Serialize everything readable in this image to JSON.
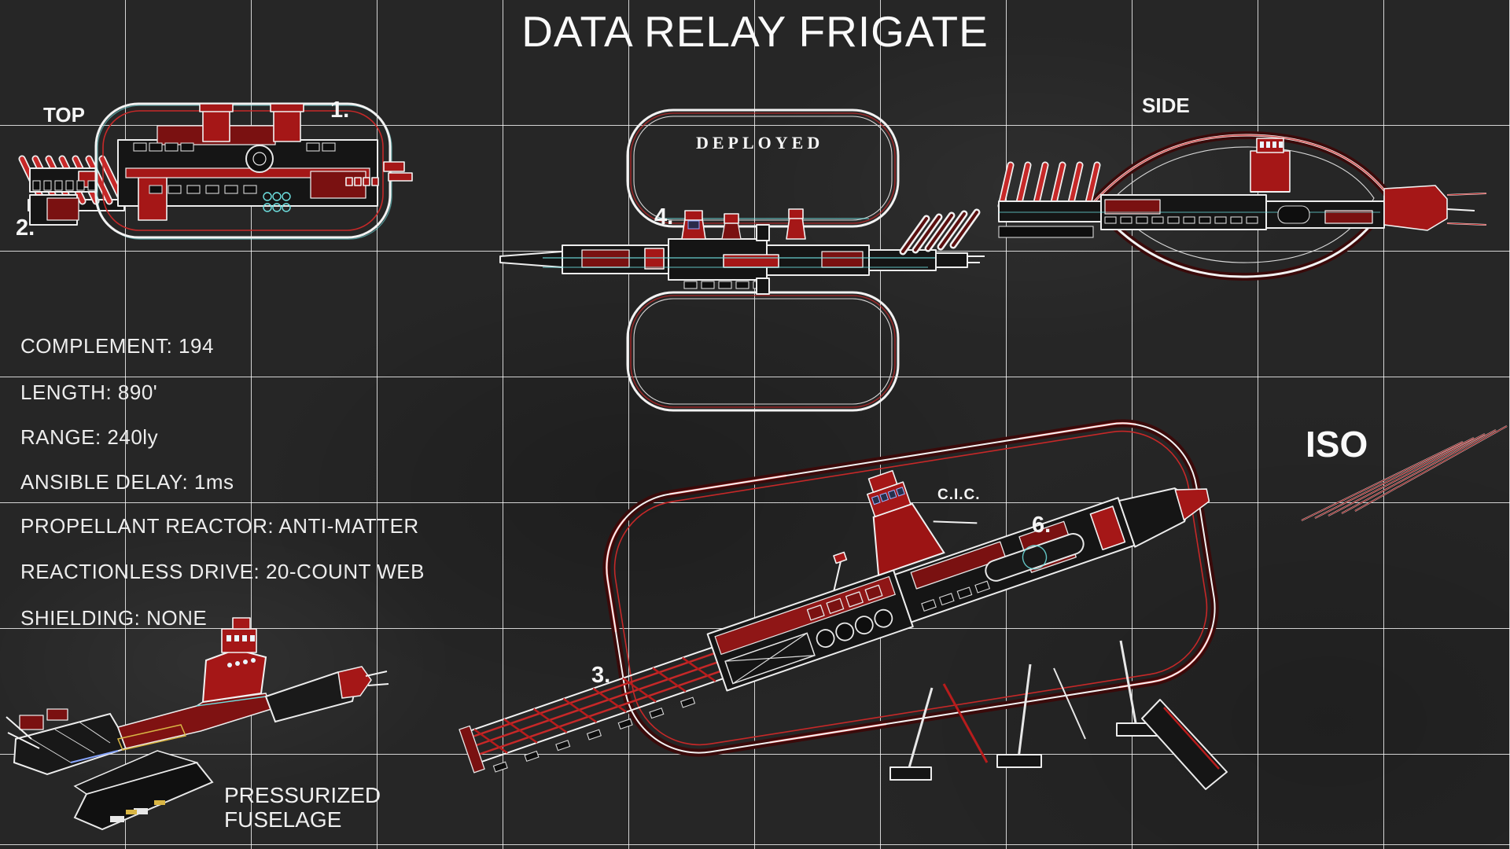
{
  "title": "DATA RELAY FRIGATE",
  "view_labels": {
    "top": "TOP",
    "side": "SIDE",
    "iso": "ISO",
    "deployed": "DEPLOYED",
    "cic": "C.I.C."
  },
  "callouts": {
    "c1": "1.",
    "c2": "2.",
    "c3": "3.",
    "c4": "4.",
    "c6": "6."
  },
  "specs": [
    {
      "label": "COMPLEMENT",
      "value": "194",
      "text": "COMPLEMENT: 194"
    },
    {
      "label": "LENGTH",
      "value": "890'",
      "text": "LENGTH: 890'"
    },
    {
      "label": "RANGE",
      "value": "240ly",
      "text": "RANGE: 240ly"
    },
    {
      "label": "ANSIBLE DELAY",
      "value": "1ms",
      "text": "ANSIBLE DELAY: 1ms"
    },
    {
      "label": "PROPELLANT REACTOR",
      "value": "ANTI-MATTER",
      "text": "PROPELLANT REACTOR: ANTI-MATTER"
    },
    {
      "label": "REACTIONLESS DRIVE",
      "value": "20-COUNT WEB",
      "text": "REACTIONLESS DRIVE: 20-COUNT WEB"
    },
    {
      "label": "SHIELDING",
      "value": "NONE",
      "text": "SHIELDING: NONE"
    }
  ],
  "notes": {
    "fuselage_line1": "PRESSURIZED",
    "fuselage_line2": "FUSELAGE"
  },
  "colors": {
    "background": "#262626",
    "grid_line": "#ffffff",
    "blueprint_white": "#f2f2f2",
    "blueprint_red": "#c62828",
    "blueprint_cyan": "#6fe3e3"
  }
}
